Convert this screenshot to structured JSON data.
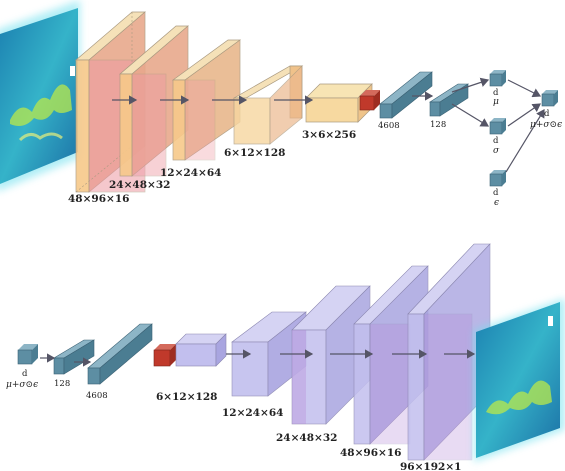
{
  "encoder": {
    "labels": {
      "l1": "48×96×16",
      "l2": "24×48×32",
      "l3": "12×24×64",
      "l4": "6×12×128",
      "l5": "3×6×256",
      "fc1": "4608",
      "fc2": "128"
    },
    "latent": {
      "mu_d": "d",
      "mu": "μ",
      "sigma_d": "d",
      "sigma": "σ",
      "eps_d": "d",
      "eps": "ϵ",
      "z_d": "d",
      "z": "μ+σ⊙ϵ"
    }
  },
  "decoder": {
    "labels": {
      "z_d": "d",
      "z": "μ+σ⊙ϵ",
      "fc1": "128",
      "fc2": "4608",
      "l1": "6×12×128",
      "l2": "12×24×64",
      "l3": "24×48×32",
      "l4": "48×96×16",
      "l5": "96×192×1"
    }
  },
  "colors": {
    "encoder_fill": "#f7c98a",
    "encoder_inner": "#ee9aa3",
    "fc_fill": "#5d8ea3",
    "pool_fill": "#c0392b",
    "decoder_fill": "#b8b4ea",
    "decoder_inner": "#b68ad8",
    "arrow": "#555566",
    "image_bg": "#2aa3c4"
  }
}
